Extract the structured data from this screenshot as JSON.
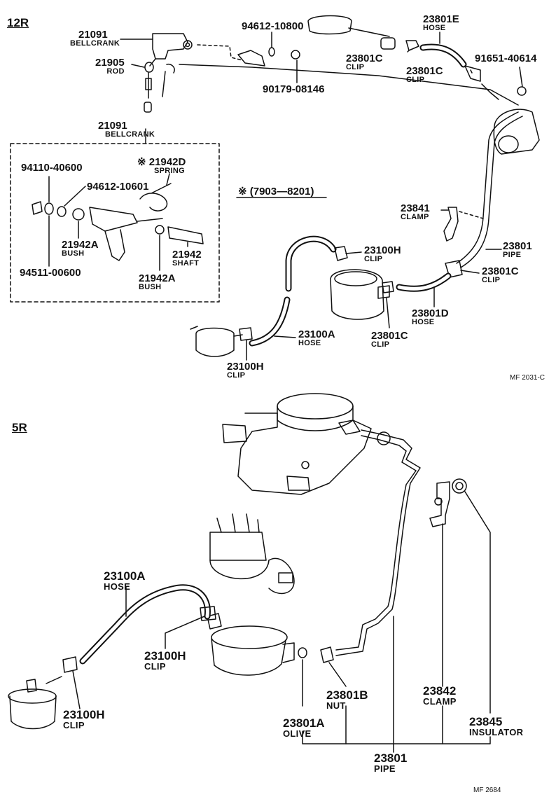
{
  "sections": {
    "top": "12R",
    "bottom": "5R"
  },
  "codes": {
    "top": "MF  2031-C",
    "bottom": "MF  2684"
  },
  "production_note": "※ (7903—8201)",
  "parts": [
    {
      "id": "p21091a",
      "number": "21091",
      "name": "BELLCRANK"
    },
    {
      "id": "p21905",
      "number": "21905",
      "name": "ROD"
    },
    {
      "id": "p94612a",
      "number": "94612-10800",
      "name": ""
    },
    {
      "id": "p90179",
      "number": "90179-08146",
      "name": ""
    },
    {
      "id": "p23801e",
      "number": "23801E",
      "name": "HOSE"
    },
    {
      "id": "p23801c1",
      "number": "23801C",
      "name": "CLIP"
    },
    {
      "id": "p23801c2",
      "number": "23801C",
      "name": "CLIP"
    },
    {
      "id": "p91651",
      "number": "91651-40614",
      "name": ""
    },
    {
      "id": "p21091b",
      "number": "21091",
      "name": "BELLCRANK"
    },
    {
      "id": "p21942d",
      "number": "※ 21942D",
      "name": "SPRING"
    },
    {
      "id": "p94110",
      "number": "94110-40600",
      "name": ""
    },
    {
      "id": "p94612b",
      "number": "94612-10601",
      "name": ""
    },
    {
      "id": "p21942a1",
      "number": "21942A",
      "name": "BUSH"
    },
    {
      "id": "p21942",
      "number": "21942",
      "name": "SHAFT"
    },
    {
      "id": "p21942a2",
      "number": "21942A",
      "name": "BUSH"
    },
    {
      "id": "p94511",
      "number": "94511-00600",
      "name": ""
    },
    {
      "id": "p23841",
      "number": "23841",
      "name": "CLAMP"
    },
    {
      "id": "p23801pipe",
      "number": "23801",
      "name": "PIPE"
    },
    {
      "id": "p23801c3",
      "number": "23801C",
      "name": "CLIP"
    },
    {
      "id": "p23801d",
      "number": "23801D",
      "name": "HOSE"
    },
    {
      "id": "p23801c4",
      "number": "23801C",
      "name": "CLIP"
    },
    {
      "id": "p23100h1",
      "number": "23100H",
      "name": "CLIP"
    },
    {
      "id": "p23100a1",
      "number": "23100A",
      "name": "HOSE"
    },
    {
      "id": "p23100h2",
      "number": "23100H",
      "name": "CLIP"
    },
    {
      "id": "p23100a2",
      "number": "23100A",
      "name": "HOSE"
    },
    {
      "id": "p23100h3",
      "number": "23100H",
      "name": "CLIP"
    },
    {
      "id": "p23100h4",
      "number": "23100H",
      "name": "CLIP"
    },
    {
      "id": "p23801b",
      "number": "23801B",
      "name": "NUT"
    },
    {
      "id": "p23842",
      "number": "23842",
      "name": "CLAMP"
    },
    {
      "id": "p23801a",
      "number": "23801A",
      "name": "OLIVE"
    },
    {
      "id": "p23845",
      "number": "23845",
      "name": "INSULATOR"
    },
    {
      "id": "p23801pipe2",
      "number": "23801",
      "name": "PIPE"
    }
  ]
}
